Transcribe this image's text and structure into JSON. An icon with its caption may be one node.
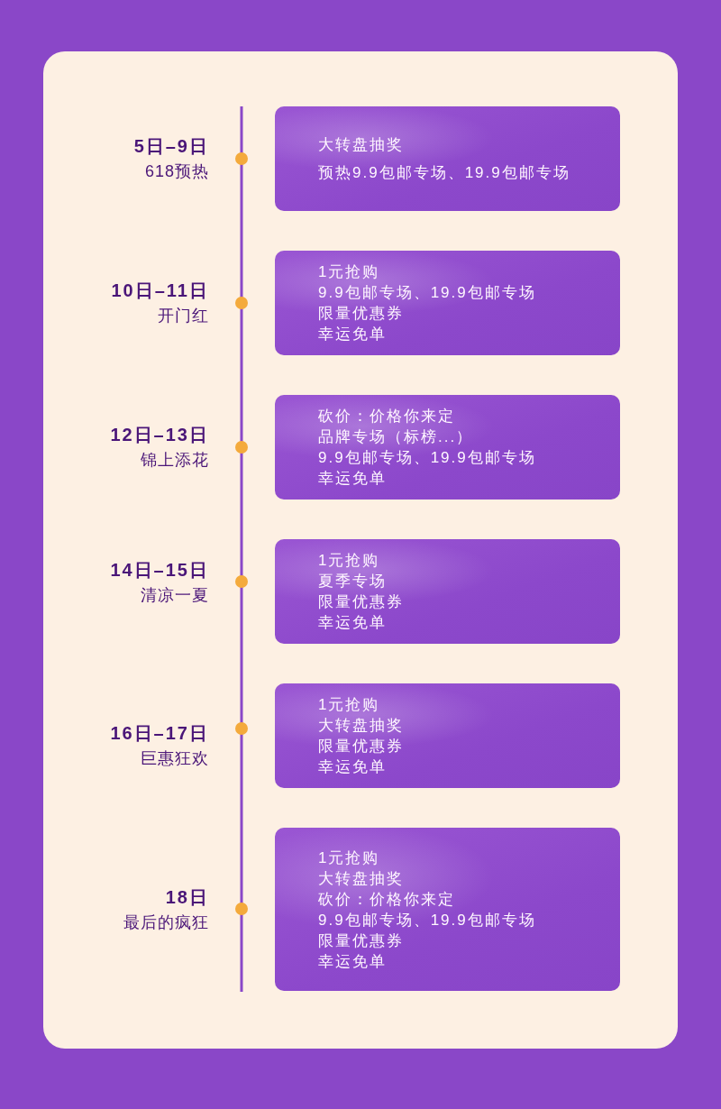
{
  "diagram": {
    "nodes": [
      {
        "text": [
          "大转盘抽奖",
          "预热9.9包邮专场、19.9包邮专场"
        ],
        "beside": [
          "5日–9日",
          "618预热"
        ]
      },
      {
        "text": [
          "1元抢购",
          "9.9包邮专场、19.9包邮专场",
          "限量优惠券",
          "幸运免单"
        ],
        "beside": [
          "10日–11日",
          "开门红"
        ]
      },
      {
        "text": [
          "砍价：价格你来定",
          "品牌专场（标榜...）",
          "9.9包邮专场、19.9包邮专场",
          "幸运免单"
        ],
        "beside": [
          "12日–13日",
          "锦上添花"
        ]
      },
      {
        "text": [
          "1元抢购",
          "夏季专场",
          "限量优惠券",
          "幸运免单"
        ],
        "beside": [
          "14日–15日",
          "清凉一夏"
        ]
      },
      {
        "text": [
          "1元抢购",
          "大转盘抽奖",
          "限量优惠券",
          "幸运免单"
        ],
        "beside": [
          "16日–17日",
          "巨惠狂欢"
        ]
      },
      {
        "text": [
          "1元抢购",
          "大转盘抽奖",
          "砍价：价格你来定",
          "9.9包邮专场、19.9包邮专场",
          "限量优惠券",
          "幸运免单"
        ],
        "beside": [
          "18日",
          "最后的疯狂"
        ]
      }
    ]
  }
}
